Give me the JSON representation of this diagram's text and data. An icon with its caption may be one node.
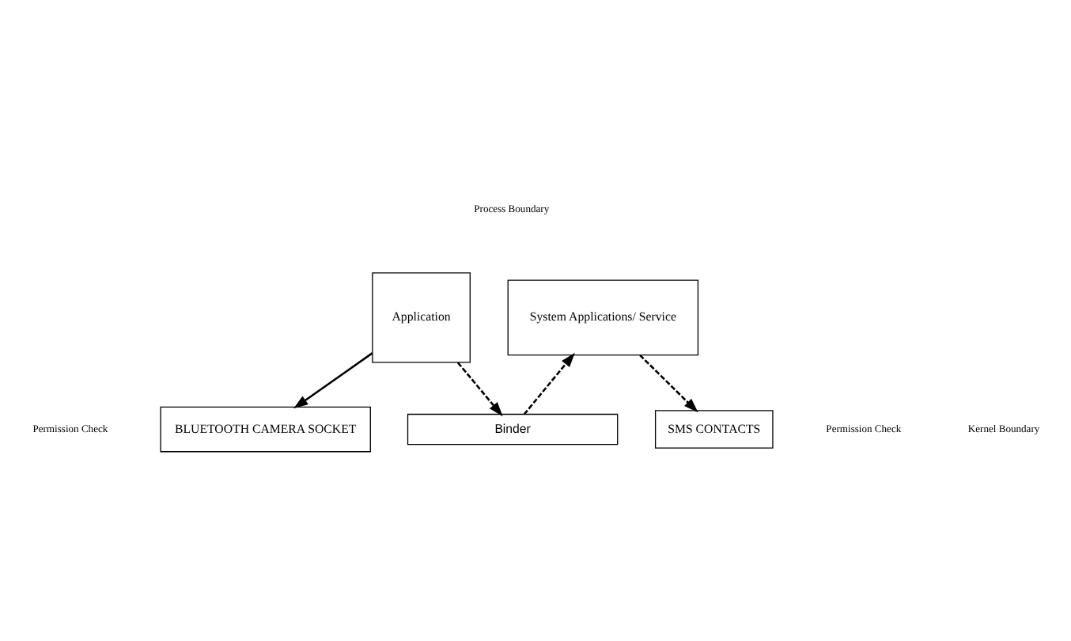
{
  "diagram": {
    "nodes": [
      {
        "text": [
          "Application"
        ]
      },
      {
        "text": [
          "System Applications/ Service"
        ]
      },
      {
        "text": [
          "SMS CONTACTS"
        ]
      },
      {
        "text": [
          "BLUETOOTH CAMERA SOCKET"
        ]
      },
      {
        "text": [
          "Binder"
        ]
      }
    ],
    "edges": [
      {
        "from": 0,
        "to": 3,
        "arrow": "to"
      },
      {
        "from": 0,
        "to": 4,
        "arrow": "to",
        "style": "dashed"
      },
      {
        "from": 4,
        "to": 1,
        "arrow": "to",
        "style": "dashed"
      },
      {
        "from": 1,
        "to": 2,
        "arrow": "to",
        "style": "dashed"
      }
    ],
    "labels": [
      "Process Boundary",
      "Permission Check",
      "Permission Check",
      "Kernel Boundary"
    ]
  }
}
